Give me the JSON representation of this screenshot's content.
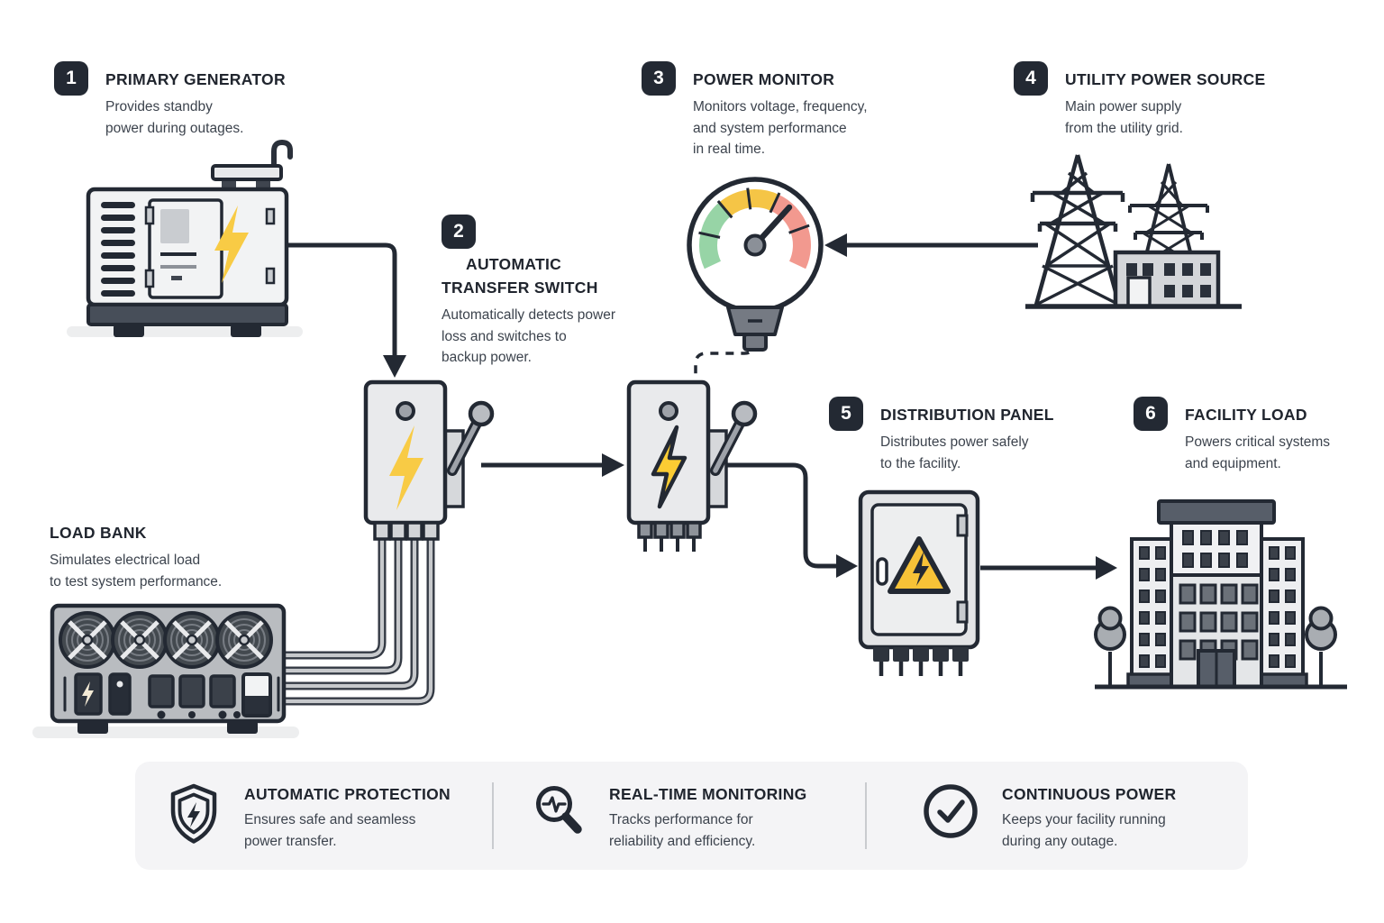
{
  "title": "Backup power system flow diagram",
  "steps": [
    {
      "num": "1",
      "icon": "generator",
      "title": [
        "PRIMARY GENERATOR"
      ],
      "desc": [
        "Provides standby",
        "power during outages."
      ]
    },
    {
      "num": "2",
      "icon": "transfer-switch",
      "title": [
        "AUTOMATIC",
        "TRANSFER SWITCH"
      ],
      "desc": [
        "Automatically detects power",
        "loss and switches to",
        "backup power."
      ]
    },
    {
      "num": "3",
      "icon": "gauge",
      "title": [
        "POWER MONITOR"
      ],
      "desc": [
        "Monitors voltage, frequency,",
        "and system performance",
        "in real time."
      ]
    },
    {
      "num": "4",
      "icon": "transmission-towers",
      "title": [
        "UTILITY POWER SOURCE"
      ],
      "desc": [
        "Main power supply",
        "from the utility grid."
      ]
    },
    {
      "num": "5",
      "icon": "breaker-cabinet",
      "title": [
        "DISTRIBUTION PANEL"
      ],
      "desc": [
        "Distributes power safely",
        "to the facility."
      ]
    },
    {
      "num": "6",
      "icon": "office-building",
      "title": [
        "FACILITY LOAD"
      ],
      "desc": [
        "Powers critical systems",
        "and equipment."
      ]
    }
  ],
  "load_bank": {
    "title": "LOAD BANK",
    "desc": [
      "Simulates electrical load",
      "to test system performance."
    ]
  },
  "footer": [
    {
      "icon": "shield-bolt-icon",
      "title": "AUTOMATIC PROTECTION",
      "desc": [
        "Ensures safe and seamless",
        "power transfer."
      ]
    },
    {
      "icon": "magnifier-pulse-icon",
      "title": "REAL-TIME MONITORING",
      "desc": [
        "Tracks performance for",
        "reliability and efficiency."
      ]
    },
    {
      "icon": "check-circle-icon",
      "title": "CONTINUOUS POWER",
      "desc": [
        "Keeps your facility running",
        "during any outage."
      ]
    }
  ],
  "colors": {
    "ink": "#232933",
    "text_muted": "#3C434D",
    "accent_yellow": "#F8C842",
    "warning_yellow": "#F7C237",
    "gauge_green": "#97D4A6",
    "gauge_yellow": "#F5C546",
    "gauge_red": "#F2998F",
    "light_panel": "#E9EAEC",
    "mid_gray": "#B9BCC0",
    "footer_bg": "#F4F4F6"
  }
}
